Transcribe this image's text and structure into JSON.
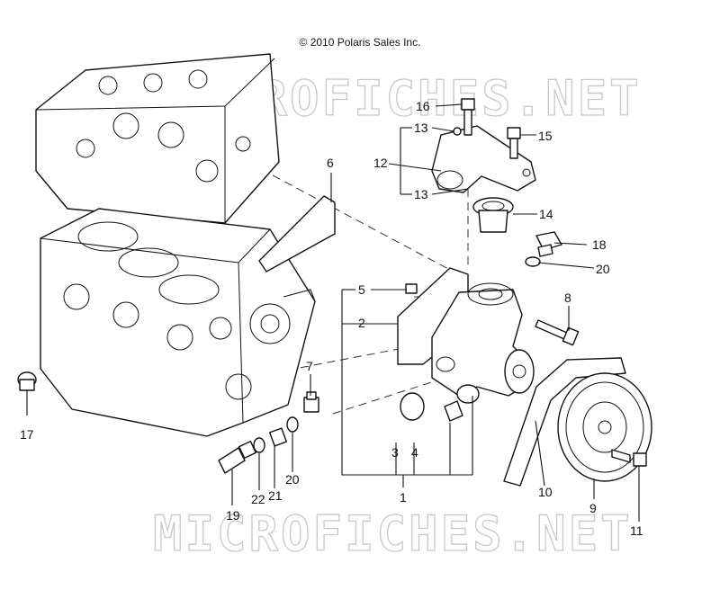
{
  "copyright": "© 2010 Polaris Sales Inc.",
  "watermark": "MICROFICHES.NET",
  "callouts": [
    "1",
    "2",
    "3",
    "4",
    "5",
    "6",
    "7",
    "8",
    "9",
    "10",
    "11",
    "12",
    "13",
    "14",
    "15",
    "16",
    "17",
    "18",
    "19",
    "20",
    "21",
    "22"
  ]
}
